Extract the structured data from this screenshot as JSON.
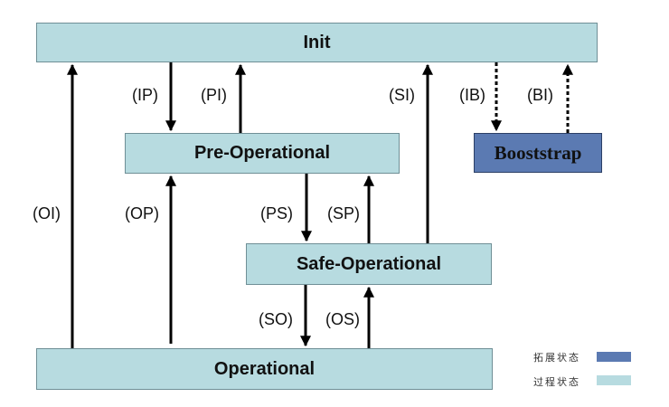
{
  "states": {
    "init": "Init",
    "pre_operational": "Pre-Operational",
    "safe_operational": "Safe-Operational",
    "operational": "Operational",
    "boostrap": "Booststrap"
  },
  "transitions": {
    "ip": "(IP)",
    "pi": "(PI)",
    "si": "(SI)",
    "ib": "(IB)",
    "bi": "(BI)",
    "oi": "(OI)",
    "op": "(OP)",
    "ps": "(PS)",
    "sp": "(SP)",
    "so": "(SO)",
    "os": "(OS)"
  },
  "legend": {
    "extended_state": "拓展状态",
    "process_state": "过程状态"
  },
  "colors": {
    "process_state": "#b7dbe0",
    "extended_state": "#5b7ab2",
    "arrow": "#000000"
  }
}
